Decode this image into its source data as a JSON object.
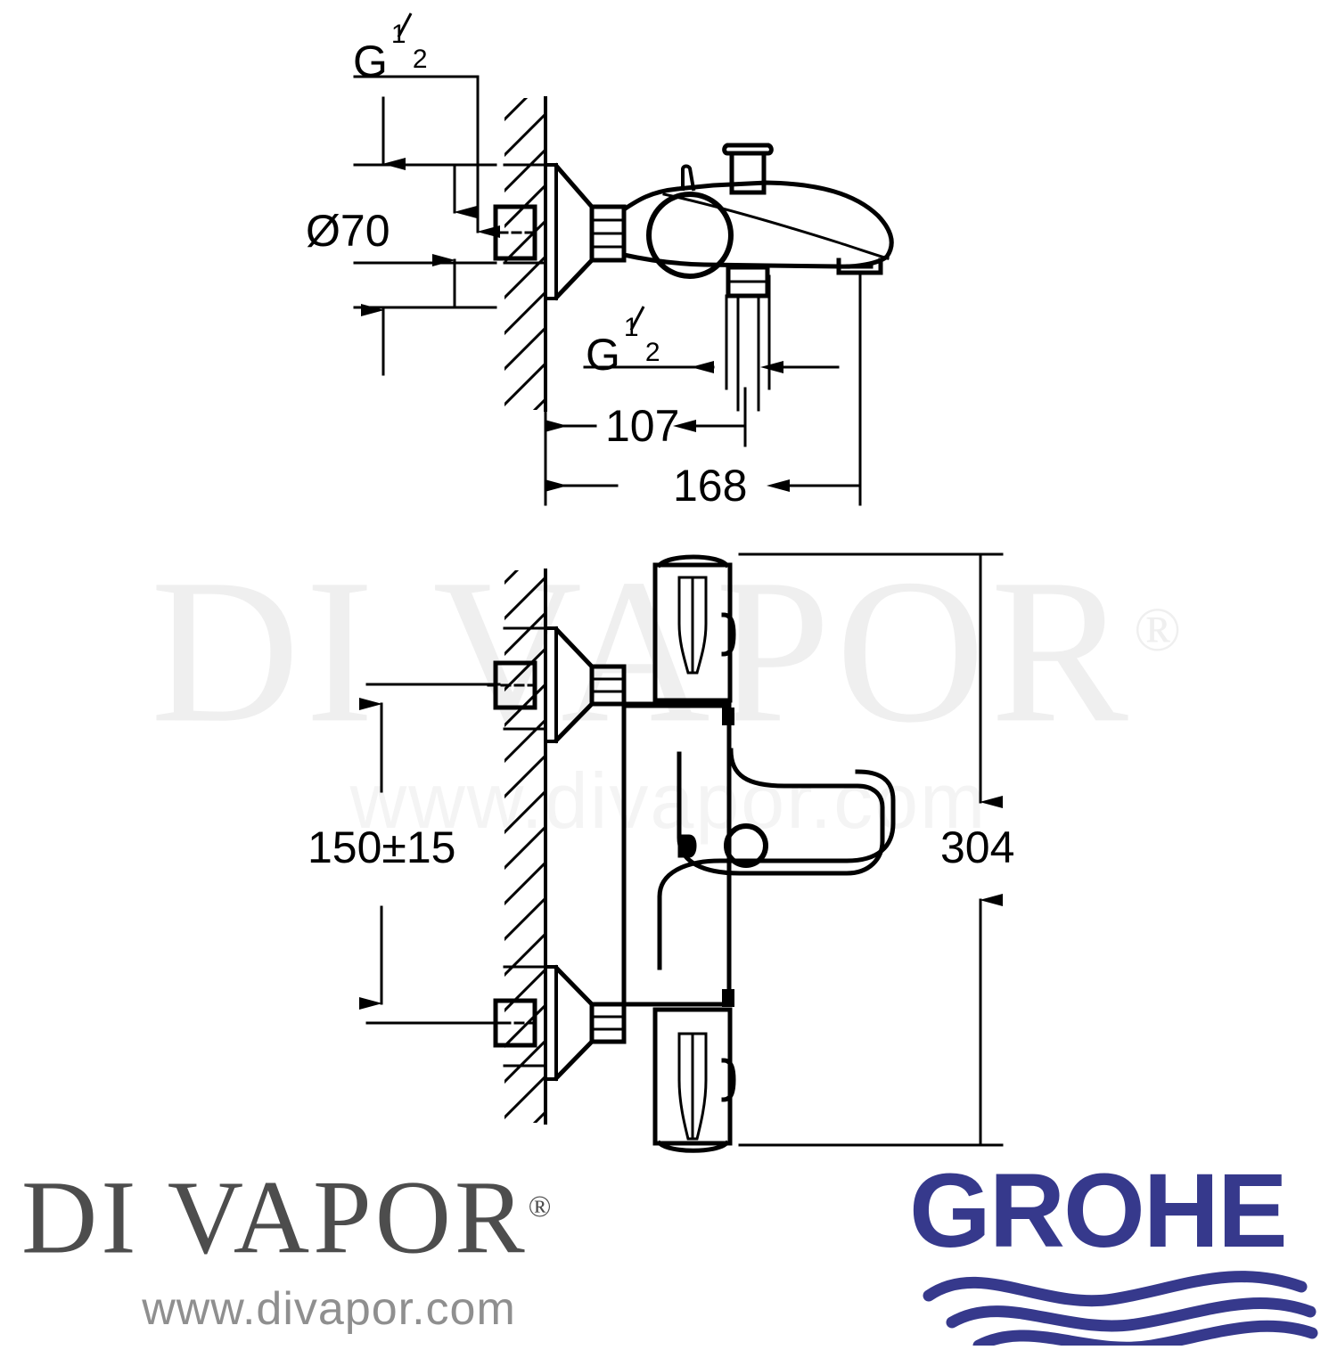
{
  "document": {
    "type": "technical-dimension-drawing",
    "subject": "GROHE wall-mounted thermostatic bath shower mixer"
  },
  "views": {
    "top": {
      "name": "side-profile-view"
    },
    "bottom": {
      "name": "front-elevation-view"
    }
  },
  "dimensions": {
    "thread_top": {
      "label": "G",
      "numerator": "1",
      "denominator": "2"
    },
    "diameter": "Ø70",
    "thread_outlet": {
      "label": "G",
      "numerator": "1",
      "denominator": "2"
    },
    "depth_107": "107",
    "depth_168": "168",
    "centres_150": "150±15",
    "height_304": "304"
  },
  "watermark": {
    "brand": "DI VAPOR",
    "registered": "®",
    "url": "www.divapor.com"
  },
  "logos": {
    "divapor": {
      "name": "DI VAPOR",
      "registered": "®",
      "url": "www.divapor.com",
      "color": "#4d4d4d"
    },
    "grohe": {
      "name": "GROHE",
      "color": "#36398c"
    }
  }
}
